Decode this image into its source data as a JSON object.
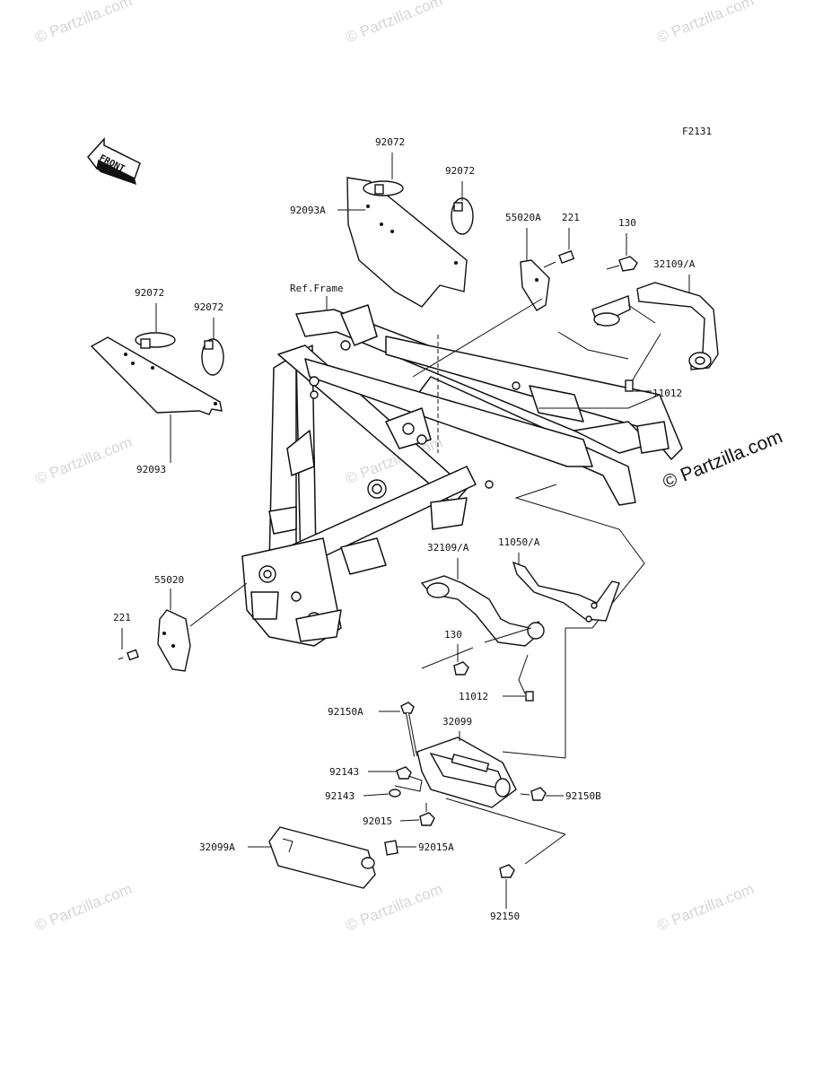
{
  "figure_code": "F2131",
  "front_arrow_text": "FRONT",
  "frame_reference": "Ref.Frame",
  "watermark_text": "© Partzilla.com",
  "callouts": [
    "92072",
    "92072",
    "92093A",
    "55020A",
    "221",
    "130",
    "32109/A",
    "92072",
    "92072",
    "92093",
    "11012",
    "55020",
    "221",
    "32109/A",
    "11050/A",
    "130",
    "11012",
    "92150A",
    "32099",
    "92143",
    "92143",
    "92015",
    "92150B",
    "32099A",
    "92015A",
    "92150"
  ]
}
